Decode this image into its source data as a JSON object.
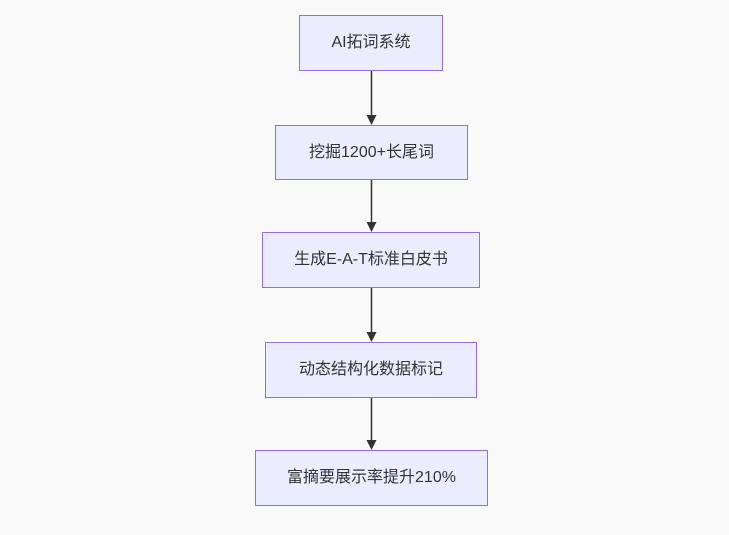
{
  "diagram": {
    "type": "flowchart",
    "direction": "top-down",
    "nodes": [
      {
        "id": "n1",
        "label": "AI拓词系统"
      },
      {
        "id": "n2",
        "label": "挖掘1200+长尾词"
      },
      {
        "id": "n3",
        "label": "生成E-A-T标准白皮书"
      },
      {
        "id": "n4",
        "label": "动态结构化数据标记"
      },
      {
        "id": "n5",
        "label": "富摘要展示率提升210%"
      }
    ],
    "edges": [
      {
        "from": "n1",
        "to": "n2"
      },
      {
        "from": "n2",
        "to": "n3"
      },
      {
        "from": "n3",
        "to": "n4"
      },
      {
        "from": "n4",
        "to": "n5"
      }
    ],
    "colors": {
      "background": "#f9f9f9",
      "node_fill": "#ececff",
      "node_border": "#9370db",
      "text": "#333333",
      "arrow": "#333333"
    }
  }
}
